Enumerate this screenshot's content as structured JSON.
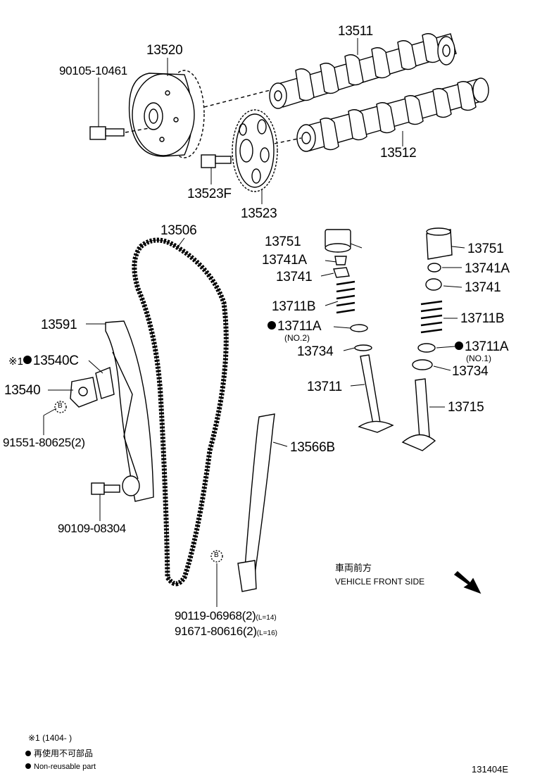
{
  "parts": {
    "p13511": "13511",
    "p13520": "13520",
    "p90105": "90105-10461",
    "p13512": "13512",
    "p13523F": "13523F",
    "p13523": "13523",
    "p13506": "13506",
    "p13751_l": "13751",
    "p13741A_l": "13741A",
    "p13741_l": "13741",
    "p13711B_l": "13711B",
    "p13711A_l": "13711A",
    "p13711A_l_sub": "(NO.2)",
    "p13734_l": "13734",
    "p13711": "13711",
    "p13751_r": "13751",
    "p13741A_r": "13741A",
    "p13741_r": "13741",
    "p13711B_r": "13711B",
    "p13711A_r": "13711A",
    "p13711A_r_sub": "(NO.1)",
    "p13734_r": "13734",
    "p13715": "13715",
    "p13591": "13591",
    "p13540C_prefix": "※1",
    "p13540C": "13540C",
    "p13540": "13540",
    "p91551": "91551-80625(2)",
    "p13566B": "13566B",
    "p90109": "90109-08304",
    "p90119": "90119-06968(2)",
    "p90119_sub": "(L=14)",
    "p91671": "91671-80616(2)",
    "p91671_sub": "(L=16)",
    "b_marker": "B"
  },
  "direction": {
    "jp": "車両前方",
    "en": "VEHICLE FRONT SIDE"
  },
  "footnotes": {
    "note1": "※1 (1404-        )",
    "legend_jp": "再使用不可部品",
    "legend_en": "Non-reusable part"
  },
  "figure_id": "131404E"
}
